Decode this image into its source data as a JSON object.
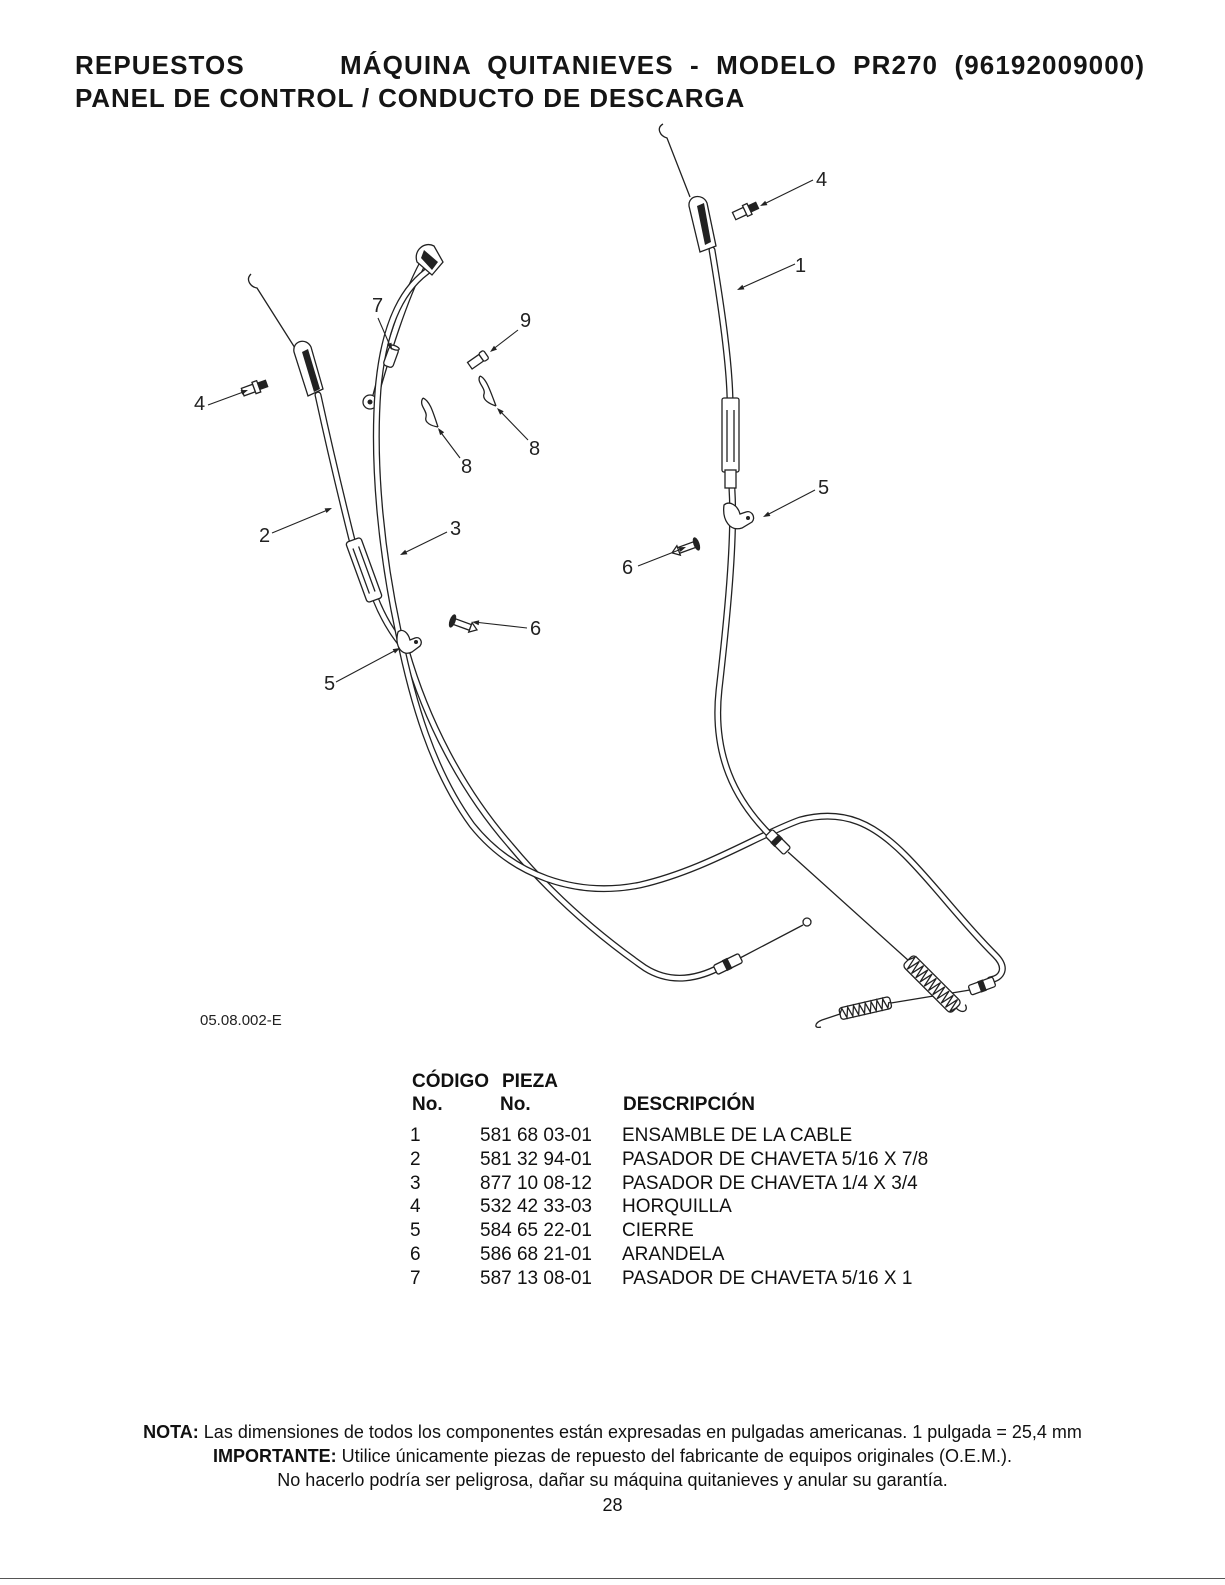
{
  "header": {
    "section": "REPUESTOS",
    "title": "MÁQUINA QUITANIEVES - MODELO PR270 (96192009000)",
    "subtitle": "PANEL DE CONTROL / CONDUCTO DE DESCARGA"
  },
  "diagram": {
    "figure_id": "05.08.002-E",
    "callouts": [
      "4",
      "1",
      "5",
      "6",
      "7",
      "9",
      "8",
      "8",
      "4",
      "2",
      "3",
      "6",
      "5"
    ]
  },
  "parts_table": {
    "header_top": {
      "code": "CÓDIGO",
      "part": "PIEZA"
    },
    "header_bottom": {
      "code": "No.",
      "part": "No.",
      "description": "DESCRIPCIÓN"
    },
    "rows": [
      {
        "no": "1",
        "part": "581 68 03-01",
        "description": "ENSAMBLE DE LA CABLE"
      },
      {
        "no": "2",
        "part": "581 32 94-01",
        "description": "PASADOR DE CHAVETA 5/16 X 7/8"
      },
      {
        "no": "3",
        "part": "877 10 08-12",
        "description": "PASADOR DE CHAVETA 1/4 X 3/4"
      },
      {
        "no": "4",
        "part": "532 42 33-03",
        "description": "HORQUILLA"
      },
      {
        "no": "5",
        "part": "584 65 22-01",
        "description": "CIERRE"
      },
      {
        "no": "6",
        "part": "586 68 21-01",
        "description": "ARANDELA"
      },
      {
        "no": "7",
        "part": "587 13 08-01",
        "description": "PASADOR DE CHAVETA 5/16 X 1"
      }
    ]
  },
  "footer": {
    "nota_label": "NOTA:",
    "nota_text": " Las dimensiones de todos los componentes están expresadas en pulgadas americanas.  1 pulgada = 25,4 mm",
    "importante_label": "IMPORTANTE:",
    "importante_text": " Utilice únicamente piezas de repuesto del fabricante de equipos originales (O.E.M.).",
    "warning": "No hacerlo podría ser peligrosa, dañar su máquina quitanieves y anular su garantía.",
    "page_number": "28"
  }
}
